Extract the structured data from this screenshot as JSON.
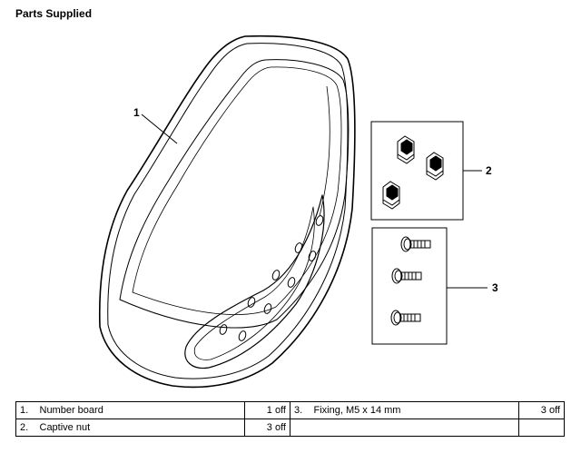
{
  "heading": "Parts Supplied",
  "callouts": [
    "1",
    "2",
    "3"
  ],
  "parts": [
    [
      {
        "num": "1.",
        "desc": "Number board",
        "qty": "1 off"
      },
      {
        "num": "3.",
        "desc": "Fixing, M5 x 14 mm",
        "qty": "3 off"
      }
    ],
    [
      {
        "num": "2.",
        "desc": "Captive nut",
        "qty": "3 off"
      },
      {
        "num": "",
        "desc": "",
        "qty": ""
      }
    ]
  ]
}
